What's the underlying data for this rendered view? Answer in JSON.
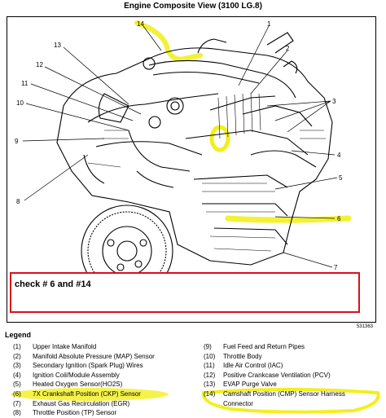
{
  "title": "Engine Composite View (3100 LG.8)",
  "callouts": [
    "14",
    "13",
    "12",
    "11",
    "10",
    "9",
    "8",
    "1",
    "2",
    "3",
    "4",
    "5",
    "6",
    "7"
  ],
  "note": "check # 6 and #14",
  "figure_code": "531363",
  "legend": {
    "heading": "Legend",
    "left": [
      {
        "num": "(1)",
        "text": "Upper Intake Manifold"
      },
      {
        "num": "(2)",
        "text": "Manifold Absolute Pressure (MAP) Sensor"
      },
      {
        "num": "(3)",
        "text": "Secondary Ignition (Spark Plug) Wires"
      },
      {
        "num": "(4)",
        "text": "Ignition Coil/Module Assembly"
      },
      {
        "num": "(5)",
        "text": "Heated Oxygen Sensor(HO2S)"
      },
      {
        "num": "(6)",
        "text": "7X Crankshaft Position (CKP) Sensor"
      },
      {
        "num": "(7)",
        "text": "Exhaust Gas Recirculation (EGR)"
      },
      {
        "num": "(8)",
        "text": "Throttle Position (TP) Sensor"
      }
    ],
    "right": [
      {
        "num": "(9)",
        "text": "Fuel Feed and Return Pipes"
      },
      {
        "num": "(10)",
        "text": "Throttle Body"
      },
      {
        "num": "(11)",
        "text": "Idle Air Control (IAC)"
      },
      {
        "num": "(12)",
        "text": "Positive Crankcase Ventilation (PCV)"
      },
      {
        "num": "(13)",
        "text": "EVAP Purge Valve"
      },
      {
        "num": "(14)",
        "text": "Camshaft Position (CMP) Sensor Harness"
      },
      {
        "num": "",
        "text": "Connector"
      }
    ]
  },
  "colors": {
    "highlight": "#f2ef1e",
    "note_border": "#d8101c"
  }
}
